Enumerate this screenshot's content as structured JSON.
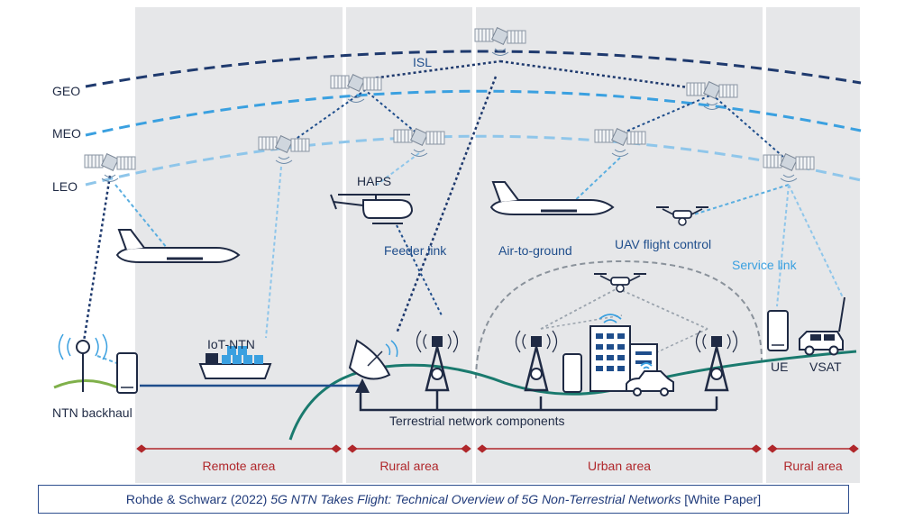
{
  "orbits": {
    "geo": "GEO",
    "meo": "MEO",
    "leo": "LEO"
  },
  "labels": {
    "isl": "ISL",
    "haps": "HAPS",
    "feeder_link": "Feeder link",
    "air_to_ground": "Air-to-ground",
    "uav_flight_control": "UAV flight control",
    "service_link": "Service link",
    "iot_ntn": "IoT-NTN",
    "ntn_backhaul": "NTN backhaul",
    "ue": "UE",
    "vsat": "VSAT",
    "terrestrial": "Terrestrial network components"
  },
  "areas": {
    "remote": "Remote area",
    "rural_1": "Rural area",
    "urban": "Urban area",
    "rural_2": "Rural area"
  },
  "caption": {
    "prefix": "Rohde & Schwarz (2022) ",
    "title": "5G NTN Takes Flight: Technical Overview of 5G Non-Terrestrial Networks",
    "suffix": " [White Paper]"
  },
  "colors": {
    "panel": "#e6e7e9",
    "geo": "#1f3a6e",
    "meo": "#3aa0e0",
    "leo": "#8fc6ea",
    "area_line": "#b0272b",
    "ground_line": "#1f4e8c",
    "terrain": "#1a7a6e"
  }
}
